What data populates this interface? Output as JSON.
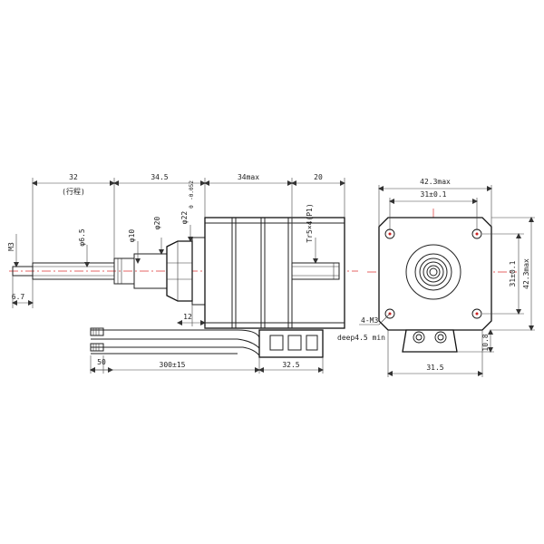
{
  "side_view": {
    "dim_32": "32",
    "dim_32_note": "(行程)",
    "dim_34_5": "34.5",
    "dim_34max": "34max",
    "dim_20": "20",
    "dim_m3": "M3",
    "dim_6_7": "6.7",
    "dim_phi_6_5": "φ6.5",
    "dim_phi_10": "φ10",
    "dim_phi_20": "φ20",
    "dim_phi_22": "φ22",
    "dim_phi_22_tol": "-0.052",
    "dim_phi_22_tol_upper": "0",
    "dim_tr": "Tr5×4(P1)",
    "dim_12": "12",
    "dim_50": "50",
    "dim_300": "300±15",
    "dim_32_5": "32.5"
  },
  "front_view": {
    "dim_42_3max_top": "42.3max",
    "dim_31_top": "31±0.1",
    "dim_31_right": "31±0.1",
    "dim_42_3max_right": "42.3max",
    "dim_4m3": "4-M3",
    "dim_deep": "deep4.5 min",
    "dim_10_8": "10.8",
    "dim_31_5": "31.5"
  },
  "colors": {
    "centerline": "#dd3333",
    "hole_center": "#cc2222",
    "line": "#222222"
  }
}
